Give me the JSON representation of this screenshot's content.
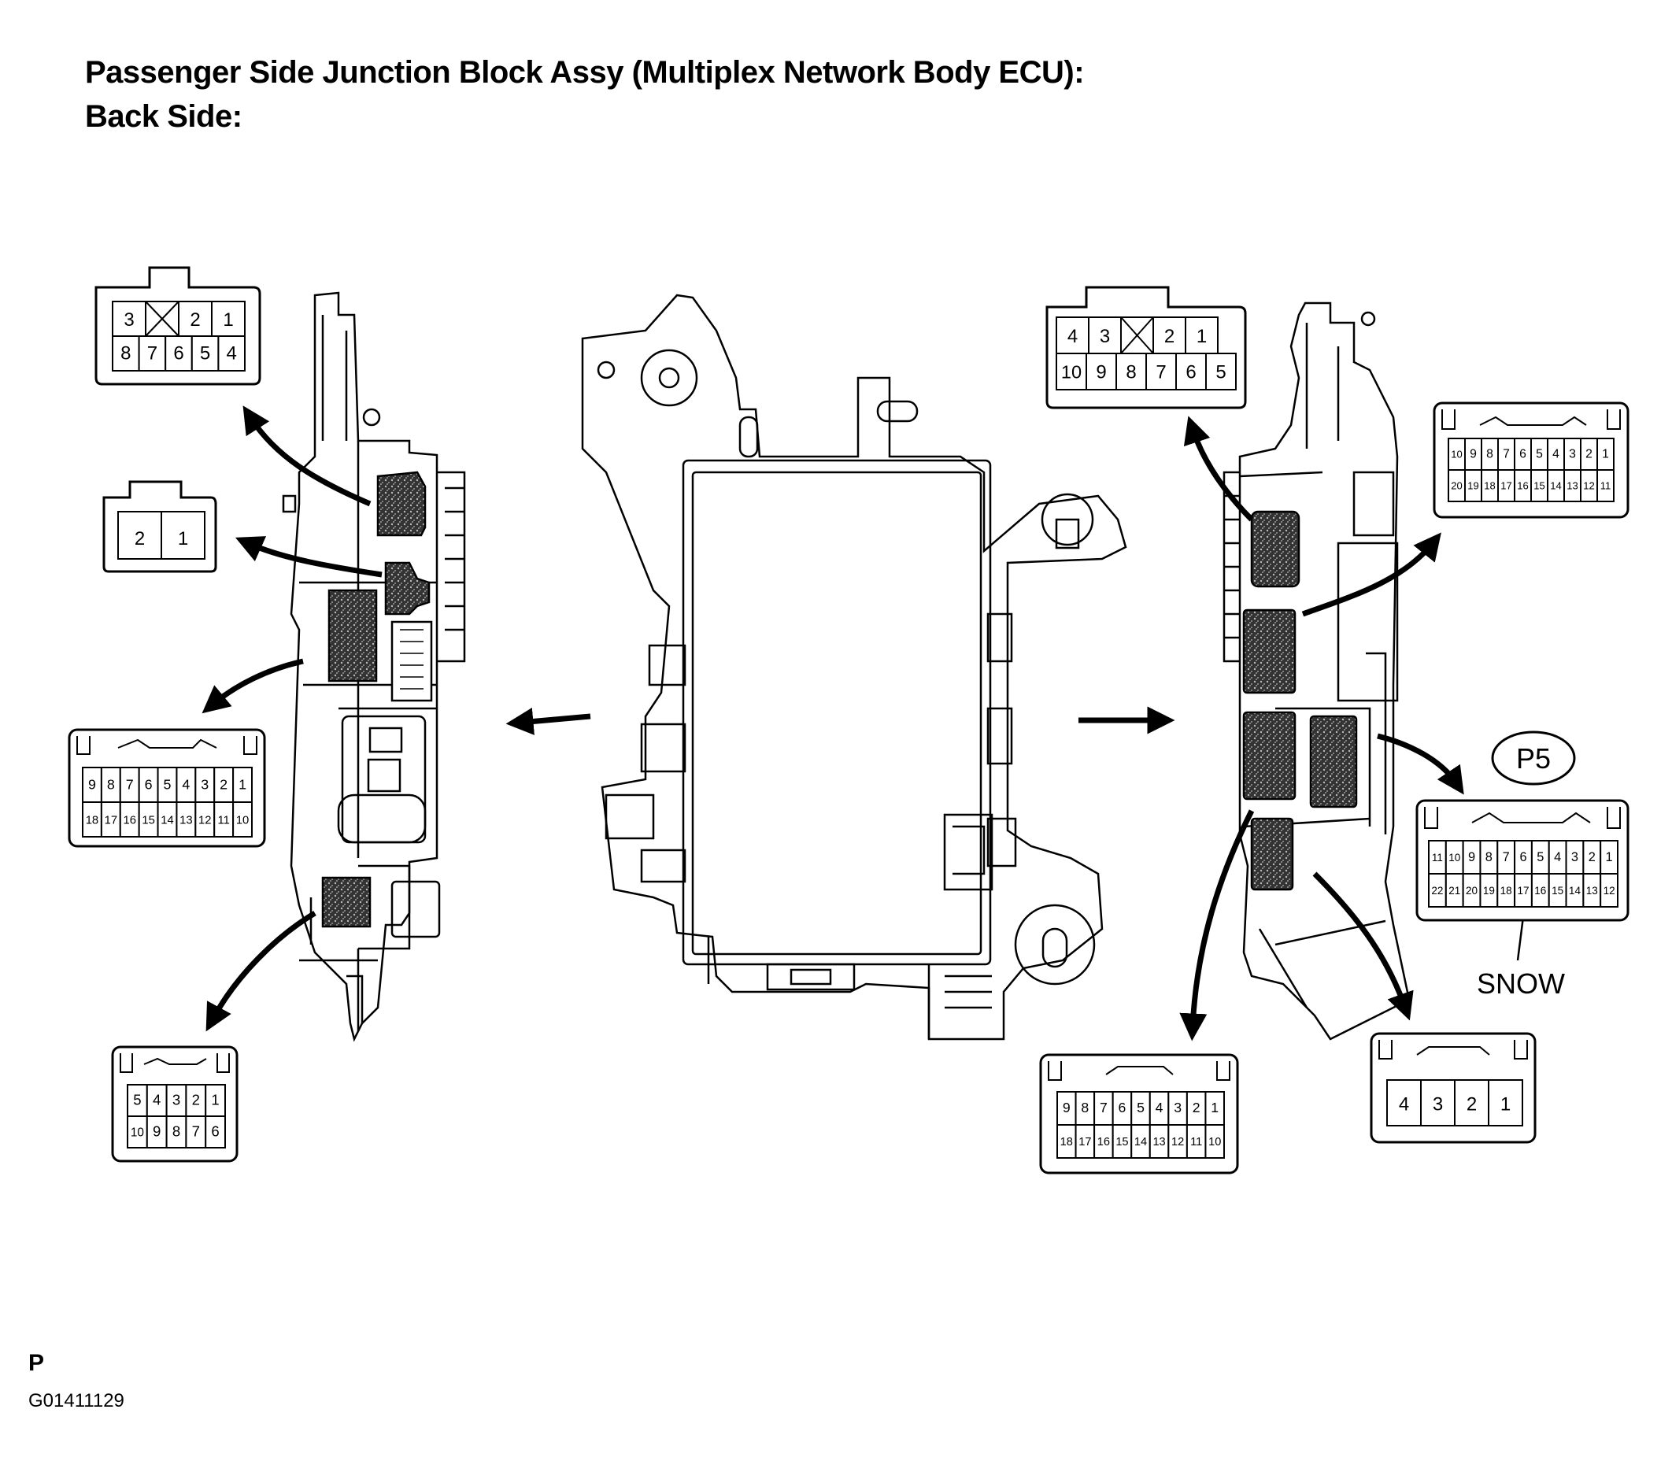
{
  "title": "Passenger Side Junction Block Assy (Multiplex Network Body ECU):",
  "subtitle": "Back Side:",
  "footer": {
    "section": "P",
    "figure_id": "G01411129"
  },
  "colors": {
    "line": "#000000",
    "background": "#ffffff",
    "fill_dark": "#555555"
  },
  "connectors": {
    "left_top": {
      "row1": [
        "3",
        "",
        "2",
        "1"
      ],
      "row2": [
        "8",
        "7",
        "6",
        "5",
        "4"
      ]
    },
    "left_small": {
      "row1": [
        "2",
        "1"
      ]
    },
    "left_mid": {
      "row1": [
        "9",
        "8",
        "7",
        "6",
        "5",
        "4",
        "3",
        "2",
        "1"
      ],
      "row2": [
        "18",
        "17",
        "16",
        "15",
        "14",
        "13",
        "12",
        "11",
        "10"
      ]
    },
    "left_bottom": {
      "row1": [
        "5",
        "4",
        "3",
        "2",
        "1"
      ],
      "row2": [
        "10",
        "9",
        "8",
        "7",
        "6"
      ]
    },
    "right_top": {
      "row1": [
        "4",
        "3",
        "",
        "2",
        "1"
      ],
      "row2": [
        "10",
        "9",
        "8",
        "7",
        "6",
        "5"
      ]
    },
    "right_upper": {
      "row1": [
        "10",
        "9",
        "8",
        "7",
        "6",
        "5",
        "4",
        "3",
        "2",
        "1"
      ],
      "row2": [
        "20",
        "19",
        "18",
        "17",
        "16",
        "15",
        "14",
        "13",
        "12",
        "11"
      ]
    },
    "right_p5": {
      "label": "P5",
      "row1": [
        "11",
        "10",
        "9",
        "8",
        "7",
        "6",
        "5",
        "4",
        "3",
        "2",
        "1"
      ],
      "row2": [
        "22",
        "21",
        "20",
        "19",
        "18",
        "17",
        "16",
        "15",
        "14",
        "13",
        "12"
      ],
      "callout": "SNOW"
    },
    "right_bottom": {
      "row1": [
        "9",
        "8",
        "7",
        "6",
        "5",
        "4",
        "3",
        "2",
        "1"
      ],
      "row2": [
        "18",
        "17",
        "16",
        "15",
        "14",
        "13",
        "12",
        "11",
        "10"
      ]
    },
    "right_small": {
      "row1": [
        "4",
        "3",
        "2",
        "1"
      ]
    }
  }
}
